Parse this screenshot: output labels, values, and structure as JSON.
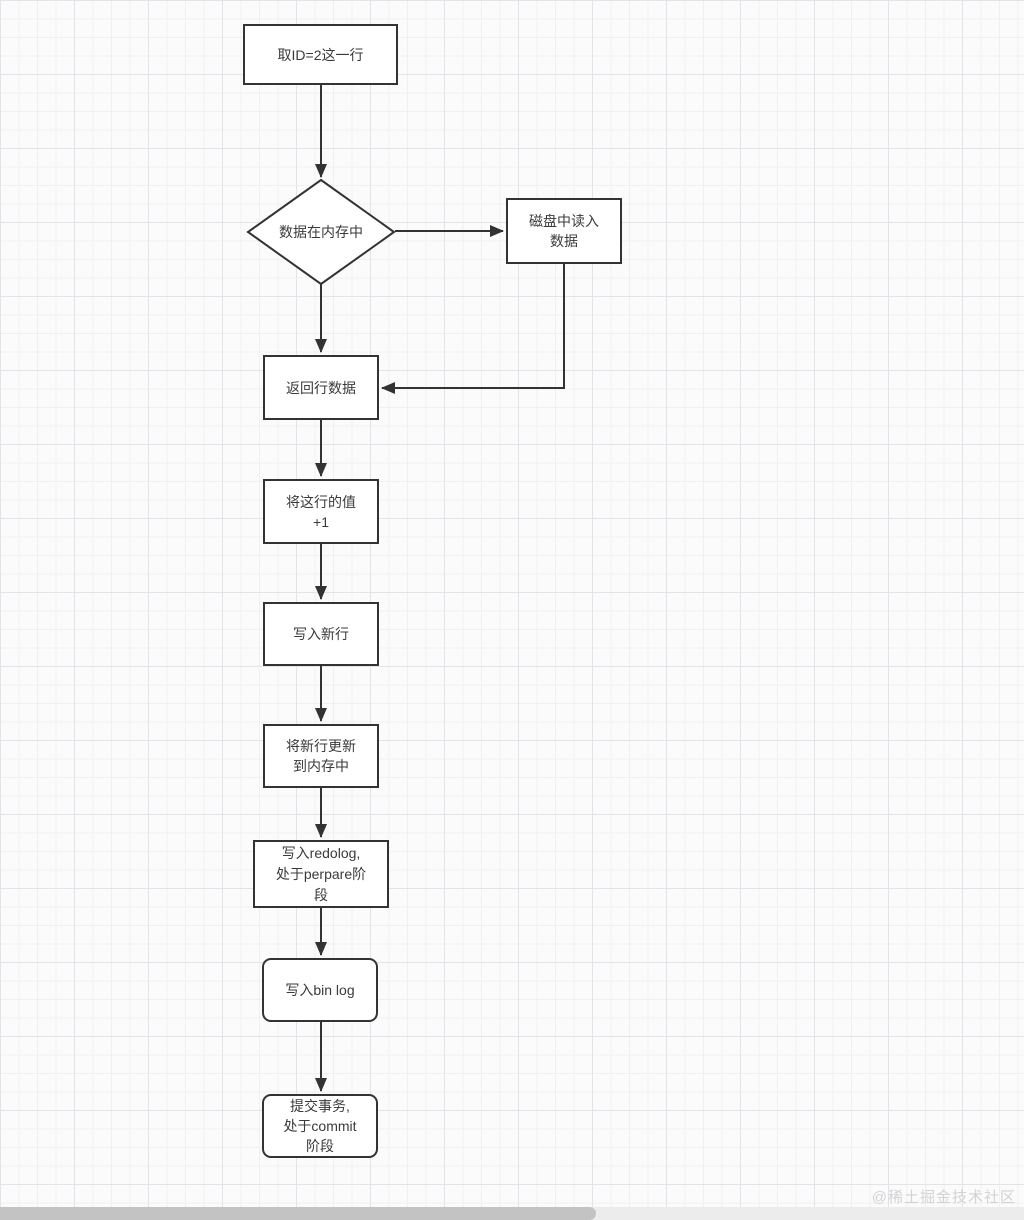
{
  "diagram": {
    "type": "flowchart",
    "nodes": {
      "fetch_row": {
        "label": "取ID=2这一行",
        "shape": "rectangle"
      },
      "data_in_memory": {
        "label": "数据在内存中",
        "shape": "diamond"
      },
      "read_from_disk": {
        "label": "磁盘中读入\n数据",
        "shape": "rectangle"
      },
      "return_row": {
        "label": "返回行数据",
        "shape": "rectangle"
      },
      "increment": {
        "label": "将这行的值\n+1",
        "shape": "rectangle"
      },
      "write_new_row": {
        "label": "写入新行",
        "shape": "rectangle"
      },
      "update_memory": {
        "label": "将新行更新\n到内存中",
        "shape": "rectangle"
      },
      "write_redolog": {
        "label": "写入redolog,\n处于perpare阶\n段",
        "shape": "rectangle"
      },
      "write_binlog": {
        "label": "写入bin log",
        "shape": "rounded-rectangle"
      },
      "commit": {
        "label": "提交事务,\n处于commit\n阶段",
        "shape": "rounded-rectangle"
      }
    },
    "edges": [
      {
        "from": "fetch_row",
        "to": "data_in_memory"
      },
      {
        "from": "data_in_memory",
        "to": "read_from_disk"
      },
      {
        "from": "data_in_memory",
        "to": "return_row"
      },
      {
        "from": "read_from_disk",
        "to": "return_row"
      },
      {
        "from": "return_row",
        "to": "increment"
      },
      {
        "from": "increment",
        "to": "write_new_row"
      },
      {
        "from": "write_new_row",
        "to": "update_memory"
      },
      {
        "from": "update_memory",
        "to": "write_redolog"
      },
      {
        "from": "write_redolog",
        "to": "write_binlog"
      },
      {
        "from": "write_binlog",
        "to": "commit"
      }
    ],
    "colors": {
      "line": "#333333",
      "node_border": "#333333",
      "node_fill": "#ffffff",
      "text": "#3a3a3a",
      "grid_major": "#e4e4e8",
      "grid_minor": "#f0f0f2",
      "background": "#fbfbfc",
      "watermark_text": "#d3d3d3",
      "scrollbar_thumb": "#c3c3c4",
      "scrollbar_track": "#ececec"
    }
  },
  "watermark": "@稀土掘金技术社区"
}
